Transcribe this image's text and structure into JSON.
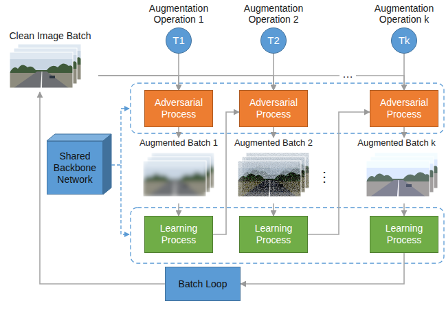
{
  "diagram": {
    "nodes": [
      {
        "text": [
          "Clean Image Batch"
        ]
      },
      {
        "text": [
          "Augmentation Operation 1",
          "T1"
        ]
      },
      {
        "text": [
          "Augmentation Operation 2",
          "T2"
        ]
      },
      {
        "text": [
          "Augmentation Operation k",
          "Tk"
        ]
      },
      {
        "text": [
          "Adversarial Process"
        ]
      },
      {
        "text": [
          "Adversarial Process"
        ]
      },
      {
        "text": [
          "Adversarial Process"
        ]
      },
      {
        "text": [
          "Shared Backbone Network"
        ]
      },
      {
        "text": [
          "Augmented Batch 1"
        ]
      },
      {
        "text": [
          "Augmented Batch 2"
        ]
      },
      {
        "text": [
          "Augmented Batch k"
        ]
      },
      {
        "text": [
          "Learning Process"
        ]
      },
      {
        "text": [
          "Learning Process"
        ]
      },
      {
        "text": [
          "Learning Process"
        ]
      },
      {
        "text": [
          "Batch Loop"
        ]
      }
    ],
    "edges": [
      {
        "from": 1,
        "to": 4,
        "arrow": "to"
      },
      {
        "from": 2,
        "to": 5,
        "arrow": "to"
      },
      {
        "from": 3,
        "to": 6,
        "arrow": "to"
      },
      {
        "from": 0,
        "to": 4,
        "arrow": "to"
      },
      {
        "from": 0,
        "to": 5,
        "arrow": "to"
      },
      {
        "from": 0,
        "to": 6,
        "arrow": "to"
      },
      {
        "from": 4,
        "to": 8,
        "arrow": "to"
      },
      {
        "from": 8,
        "to": 11,
        "arrow": "to"
      },
      {
        "from": 11,
        "to": 5,
        "arrow": "to"
      },
      {
        "from": 5,
        "to": 9,
        "arrow": "to"
      },
      {
        "from": 9,
        "to": 12,
        "arrow": "to"
      },
      {
        "from": 12,
        "to": 6,
        "arrow": "to"
      },
      {
        "from": 6,
        "to": 10,
        "arrow": "to"
      },
      {
        "from": 10,
        "to": 13,
        "arrow": "to"
      },
      {
        "from": 13,
        "to": 14,
        "arrow": "to"
      },
      {
        "from": 14,
        "to": 0,
        "arrow": "to"
      }
    ],
    "labels": [
      "…",
      "⋮"
    ]
  }
}
